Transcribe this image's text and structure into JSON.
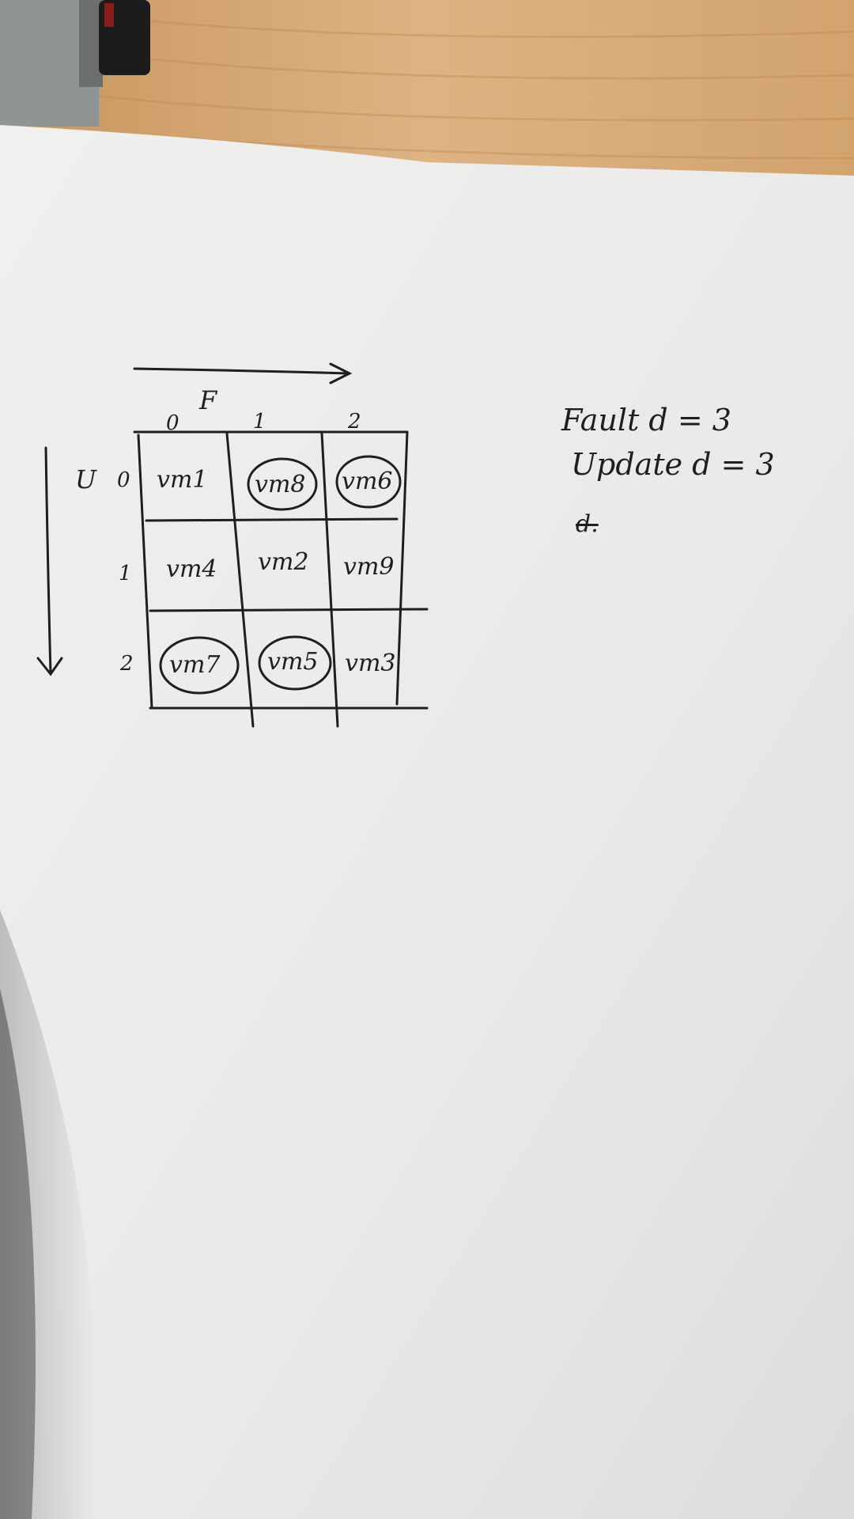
{
  "notebook": {
    "axis_f_label": "F",
    "axis_u_label": "U",
    "column_indices": [
      "0",
      "1",
      "2"
    ],
    "row_indices": [
      "0",
      "1",
      "2"
    ],
    "grid_cells": [
      [
        "vm1",
        "vm8",
        "vm6"
      ],
      [
        "vm4",
        "vm2",
        "vm9"
      ],
      [
        "vm7",
        "vm5",
        "vm3"
      ]
    ],
    "circled_cells": [
      "vm8",
      "vm6",
      "vm7",
      "vm5"
    ],
    "notes": {
      "fault_line": "Fault d = 3",
      "update_line": "Update d = 3",
      "crossed_mark": "d."
    }
  },
  "colors": {
    "table_wood": "#d9b07c",
    "paper": "#ebebea",
    "ink": "#1f1f1f",
    "device": "#8f9495"
  }
}
